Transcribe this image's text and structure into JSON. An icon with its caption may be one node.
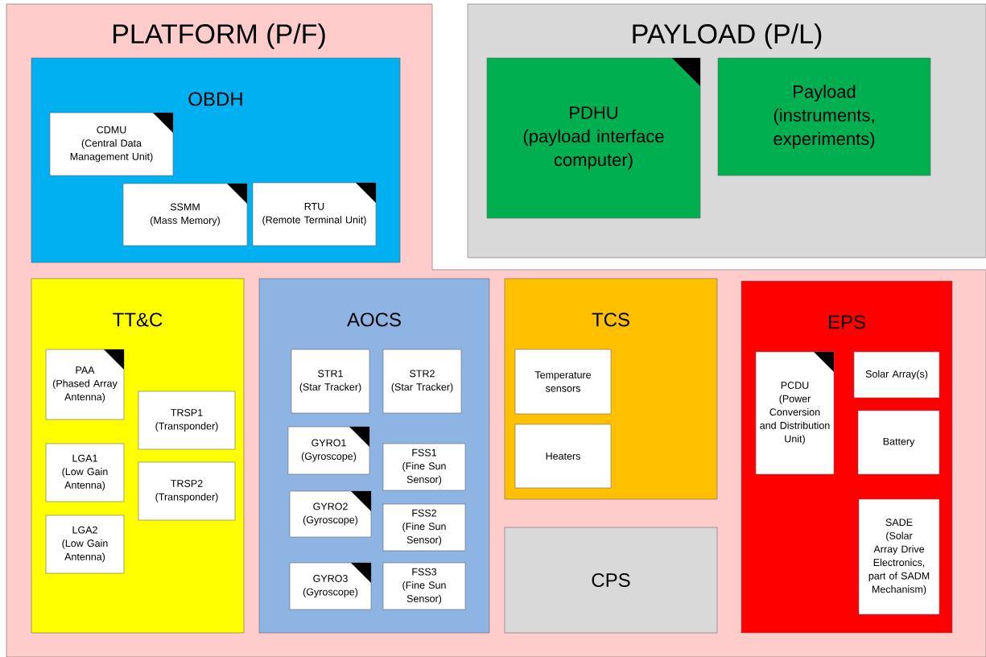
{
  "diagram": {
    "nodes": [
      {
        "text": [
          "PLATFORM (P/F)"
        ]
      },
      {
        "text": [
          "OBDH"
        ],
        "in": 0
      },
      {
        "text": [
          "CDMU",
          "(Central Data Management Unit)"
        ],
        "in": 1
      },
      {
        "text": [
          "SSMM",
          "(Mass Memory)"
        ],
        "in": 1
      },
      {
        "text": [
          "RTU",
          "(Remote Terminal Unit)"
        ],
        "in": 1
      },
      {
        "text": [
          "TT&C"
        ],
        "in": 0
      },
      {
        "text": [
          "PAA",
          "(Phased Array Antenna)"
        ],
        "in": 5
      },
      {
        "text": [
          "LGA1",
          "(Low Gain Antenna)"
        ],
        "in": 5
      },
      {
        "text": [
          "LGA2",
          "(Low Gain Antenna)"
        ],
        "in": 5
      },
      {
        "text": [
          "TRSP1",
          "(Transponder)"
        ],
        "in": 5
      },
      {
        "text": [
          "TRSP2",
          "(Transponder)"
        ],
        "in": 5
      },
      {
        "text": [
          "AOCS"
        ],
        "in": 0
      },
      {
        "text": [
          "STR1",
          "(Star Tracker)"
        ],
        "in": 11
      },
      {
        "text": [
          "STR2",
          "(Star Tracker)"
        ],
        "in": 11
      },
      {
        "text": [
          "GYRO1",
          "(Gyroscope)"
        ],
        "in": 11
      },
      {
        "text": [
          "FSS1",
          "(Fine Sun Sensor)"
        ],
        "in": 11
      },
      {
        "text": [
          "GYRO2",
          "(Gyroscope)"
        ],
        "in": 11
      },
      {
        "text": [
          "FSS2",
          "(Fine Sun Sensor)"
        ],
        "in": 11
      },
      {
        "text": [
          "GYRO3",
          "(Gyroscope)"
        ],
        "in": 11
      },
      {
        "text": [
          "FSS3",
          "(Fine Sun Sensor)"
        ],
        "in": 11
      },
      {
        "text": [
          "TCS"
        ],
        "in": 0
      },
      {
        "text": [
          "Temperature sensors"
        ],
        "in": 20
      },
      {
        "text": [
          "Heaters"
        ],
        "in": 20
      },
      {
        "text": [
          "CPS"
        ],
        "in": 0
      },
      {
        "text": [
          "EPS"
        ],
        "in": 0
      },
      {
        "text": [
          "PCDU",
          "(Power Conversion and Distribution Unit)"
        ],
        "in": 24
      },
      {
        "text": [
          "Solar Array(s)"
        ],
        "in": 24
      },
      {
        "text": [
          "Battery"
        ],
        "in": 24
      },
      {
        "text": [
          "SADE",
          "(Solar Array Drive Electronics, part of SADM Mechanism)"
        ],
        "in": 24
      },
      {
        "text": [
          "PAYLOAD (P/L)"
        ]
      },
      {
        "text": [
          "PDHU",
          "(payload interface computer)"
        ],
        "in": 29
      },
      {
        "text": [
          "Payload",
          "(instruments, experiments)"
        ],
        "in": 29
      }
    ]
  }
}
